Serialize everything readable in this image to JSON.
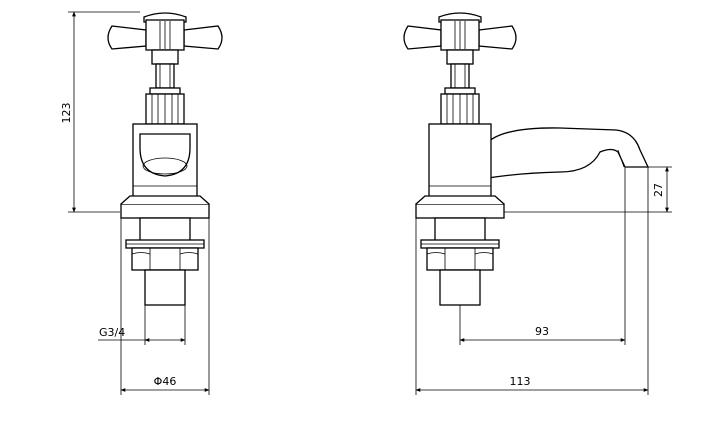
{
  "drawing": {
    "dimensions": {
      "height": "123",
      "spout_height": "27",
      "thread": "G3/4",
      "base_diameter": "Φ46",
      "spout_reach": "93",
      "overall_depth": "113"
    }
  }
}
